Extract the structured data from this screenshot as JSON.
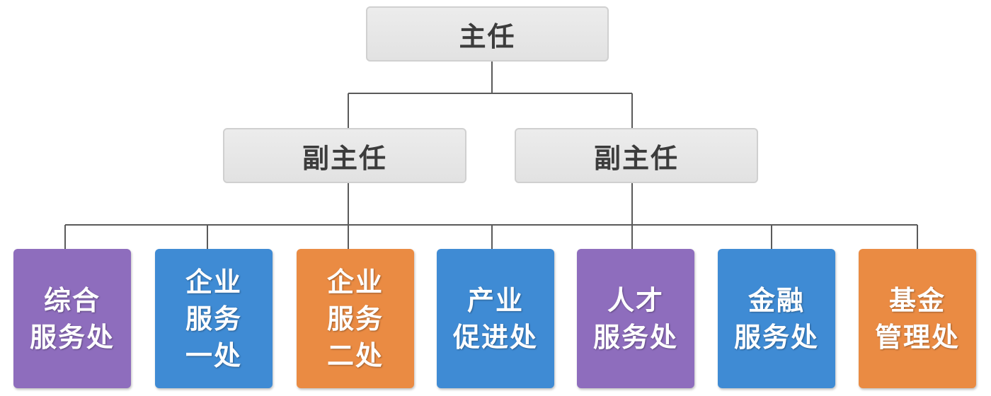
{
  "director": {
    "label": "主任"
  },
  "deputies": [
    {
      "label": "副主任"
    },
    {
      "label": "副主任"
    }
  ],
  "departments": [
    {
      "label": "综合\n服务处",
      "color": "#8e6dbd"
    },
    {
      "label": "企业\n服务\n一处",
      "color": "#3f8bd4"
    },
    {
      "label": "企业\n服务\n二处",
      "color": "#ea8b43"
    },
    {
      "label": "产业\n促进处",
      "color": "#3f8bd4"
    },
    {
      "label": "人才\n服务处",
      "color": "#8e6dbd"
    },
    {
      "label": "金融\n服务处",
      "color": "#3f8bd4"
    },
    {
      "label": "基金\n管理处",
      "color": "#ea8b43"
    }
  ]
}
